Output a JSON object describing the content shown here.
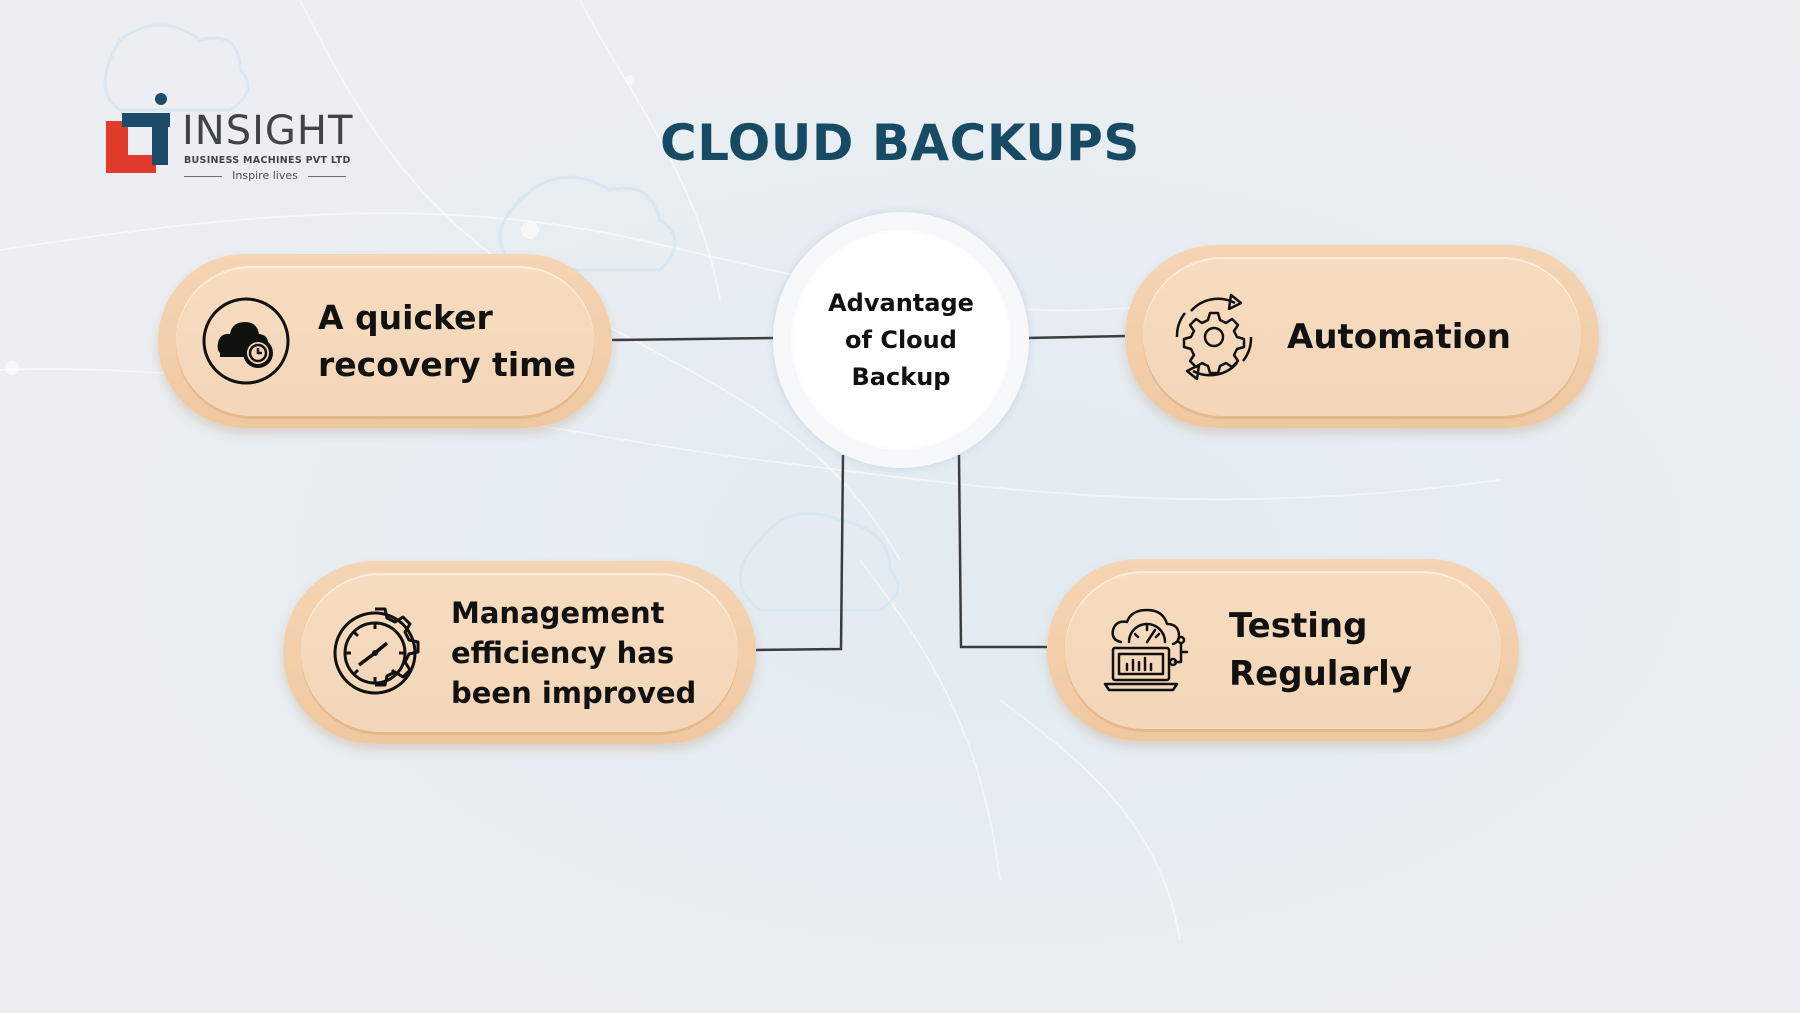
{
  "logo": {
    "wordmark": "INSIGHT",
    "subtitle": "BUSINESS MACHINES PVT LTD",
    "tagline": "Inspire lives",
    "colors": {
      "red": "#e13b2c",
      "navy": "#1d4b6a",
      "teal": "#2b8fb0",
      "text": "#3f4448"
    }
  },
  "title": "CLOUD BACKUPS",
  "hub": {
    "label": "Advantage\nof Cloud\nBackup"
  },
  "benefits": [
    {
      "label": "A quicker\nrecovery time",
      "icon": "cloud-clock-icon"
    },
    {
      "label": "Automation",
      "icon": "gear-cycle-icon"
    },
    {
      "label": "Management\nefficiency has\nbeen improved",
      "icon": "clock-gear-icon"
    },
    {
      "label": "Testing\nRegularly",
      "icon": "laptop-cloud-gauge-icon"
    }
  ],
  "colors": {
    "title": "#174a63",
    "pill": "#f4d6b8",
    "pill_edge": "#efc8a0",
    "connector": "#3a3c3f",
    "text": "#111111"
  }
}
